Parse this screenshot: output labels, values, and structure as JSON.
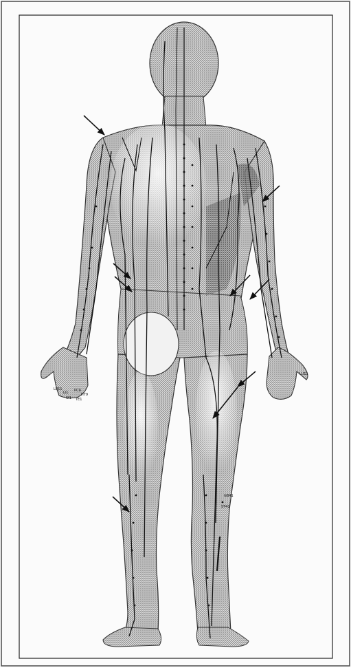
{
  "figure": {
    "subject": "front-view-human-body-meridian-chart",
    "colors": {
      "ink": "#1a1a1a",
      "skin_shade": "#9a9a9a",
      "paper": "#fbfbfb"
    }
  },
  "point_labels": [
    {
      "key": "left_hand_1",
      "text": "LU11"
    },
    {
      "key": "left_hand_2",
      "text": "LI1"
    },
    {
      "key": "left_hand_3",
      "text": "PC9"
    },
    {
      "key": "left_hand_4",
      "text": "HT9"
    },
    {
      "key": "left_hand_5",
      "text": "SI1"
    },
    {
      "key": "left_hand_6",
      "text": "TE1"
    },
    {
      "key": "right_hand_1",
      "text": "LU11"
    },
    {
      "key": "right_leg_1",
      "text": "GB41"
    },
    {
      "key": "right_leg_2",
      "text": "ST41"
    }
  ],
  "arrows": [
    {
      "name": "shoulder-arrow-left"
    },
    {
      "name": "upper-arm-arrow-right"
    },
    {
      "name": "hip-arrow-left-1"
    },
    {
      "name": "hip-arrow-left-2"
    },
    {
      "name": "abdomen-arrow-right"
    },
    {
      "name": "thigh-arrow-right"
    },
    {
      "name": "shin-arrow-left"
    }
  ]
}
